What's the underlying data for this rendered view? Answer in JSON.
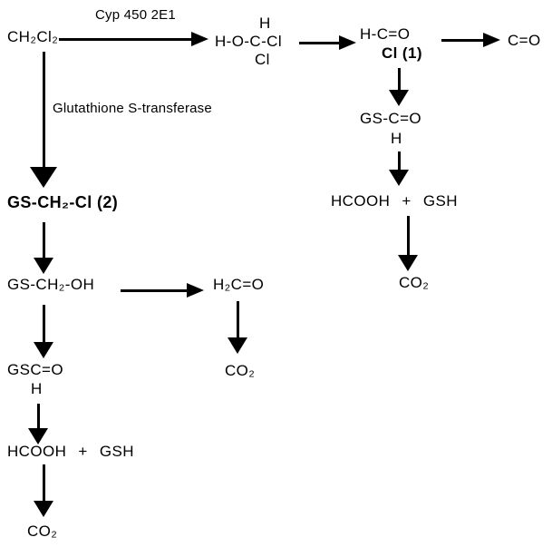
{
  "colors": {
    "ink": "#000000",
    "background": "#ffffff"
  },
  "pathway": {
    "substrate": "CH₂Cl₂",
    "oxidative_branch": {
      "enzyme": "Cyp 450 2E1",
      "chlorohydrin": {
        "above": "H",
        "main": "H-O-C-Cl",
        "below": "Cl"
      },
      "formyl_chloride": {
        "main": "H-C=O",
        "label": "Cl (1)"
      },
      "carbon_monoxide": "C=O",
      "thioester": {
        "main": "GS-C=O",
        "below": "H"
      },
      "hydrolysis_products": "HCOOH + GSH",
      "end_product": "CO₂"
    },
    "gst_branch": {
      "enzyme": "Glutathione S-transferase",
      "conjugate": "GS-CH₂-Cl (2)",
      "carbinol": "GS-CH₂-OH",
      "formaldehyde": "H₂C=O",
      "formaldehyde_end_product": "CO₂",
      "thioester": {
        "main": "GSC=O",
        "below": "H"
      },
      "hydrolysis_products": "HCOOH + GSH",
      "end_product": "CO₂"
    },
    "connections": [
      {
        "from": "CH₂Cl₂",
        "to": "H-O-C-Cl",
        "via": "Cyp 450 2E1",
        "direction": "right"
      },
      {
        "from": "H-O-C-Cl",
        "to": "H-C=O Cl (1)",
        "direction": "right"
      },
      {
        "from": "H-C=O Cl (1)",
        "to": "C=O",
        "direction": "right"
      },
      {
        "from": "H-C=O Cl (1)",
        "to": "GS-C=O H",
        "direction": "down"
      },
      {
        "from": "GS-C=O H",
        "to": "HCOOH + GSH",
        "direction": "down"
      },
      {
        "from": "HCOOH + GSH",
        "to": "CO₂",
        "direction": "down"
      },
      {
        "from": "CH₂Cl₂",
        "to": "GS-CH₂-Cl (2)",
        "via": "Glutathione S-transferase",
        "direction": "down"
      },
      {
        "from": "GS-CH₂-Cl (2)",
        "to": "GS-CH₂-OH",
        "direction": "down"
      },
      {
        "from": "GS-CH₂-OH",
        "to": "H₂C=O",
        "direction": "right"
      },
      {
        "from": "H₂C=O",
        "to": "CO₂",
        "direction": "down"
      },
      {
        "from": "GS-CH₂-OH",
        "to": "GSC=O H",
        "direction": "down"
      },
      {
        "from": "GSC=O H",
        "to": "HCOOH + GSH",
        "direction": "down"
      },
      {
        "from": "HCOOH + GSH",
        "to": "CO₂",
        "direction": "down"
      }
    ]
  }
}
